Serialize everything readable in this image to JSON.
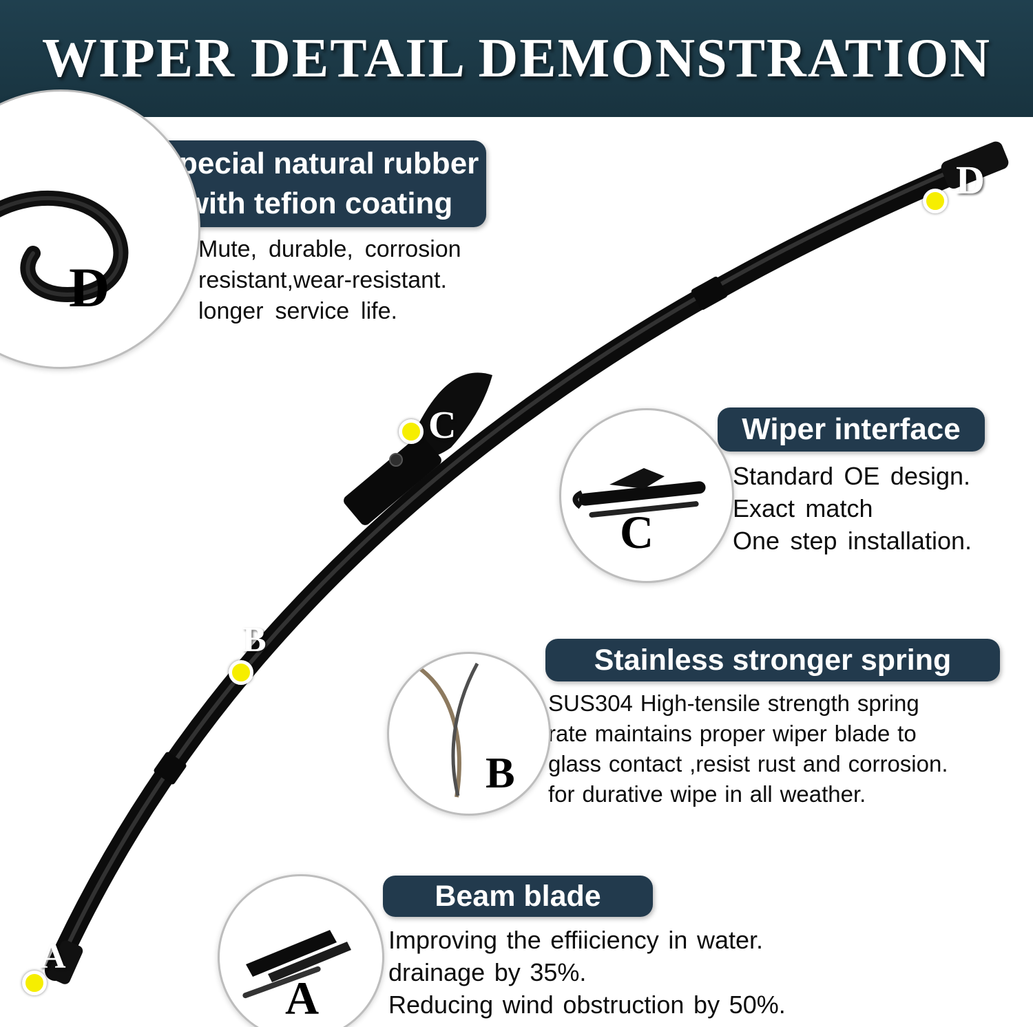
{
  "title": "WIPER DETAIL DEMONSTRATION",
  "letters": {
    "a": "A",
    "b": "B",
    "c": "C",
    "d": "D"
  },
  "colors": {
    "banner": "#1c3947",
    "headline_bar": "#223a4d",
    "marker": "#f6ee00",
    "blade": "#0c0c0c"
  },
  "callout_rubber": {
    "headline1": "Special natural rubber",
    "headline2": "with tefion coating",
    "body": [
      "Mute, durable, corrosion",
      "resistant,wear-resistant.",
      "longer service life."
    ]
  },
  "callout_interface": {
    "headline": "Wiper interface",
    "body": [
      "Standard OE design.",
      "Exact match",
      "One step installation."
    ]
  },
  "callout_spring": {
    "headline": "Stainless stronger spring",
    "body": [
      "SUS304 High-tensile strength spring",
      "rate maintains proper wiper blade to",
      "glass contact ,resist rust and corrosion.",
      "for durative wipe in all weather."
    ]
  },
  "callout_beam": {
    "headline": "Beam blade",
    "body": [
      "Improving the effiiciency in water.",
      "drainage by 35%.",
      "Reducing wind obstruction by 50%."
    ]
  }
}
